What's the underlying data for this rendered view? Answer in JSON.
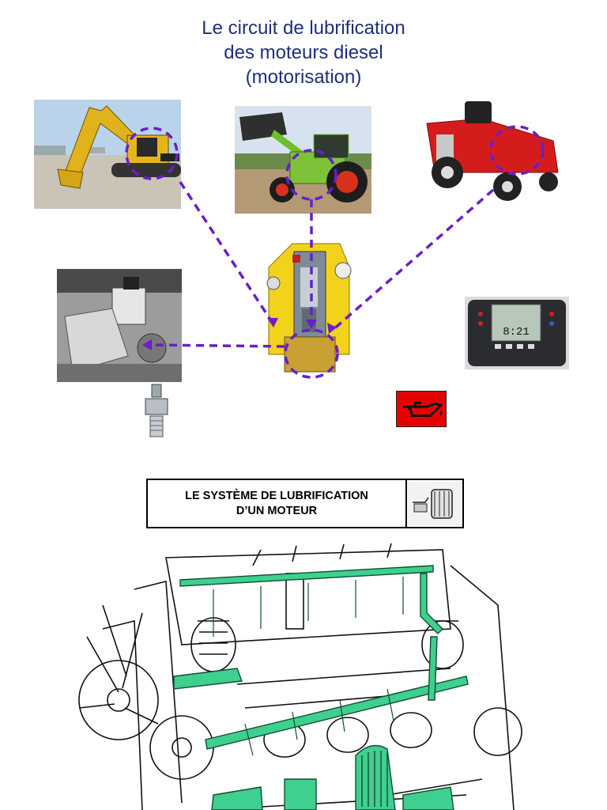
{
  "title": {
    "line1": "Le circuit de lubrification",
    "line2": "des moteurs diesel",
    "line3": "(motorisation)"
  },
  "colors": {
    "title": "#1f2e7a",
    "connector": "#6a1fc9",
    "warning_bg": "#e60000",
    "oil_circuit": "#3fcf8e"
  },
  "photos": {
    "excavator": "excavator-photo",
    "tractor": "tractor-photo",
    "mower": "ride-on-mower-photo",
    "engine": "engine-cutaway-photo",
    "sensor": "oil-pressure-sensor-photo",
    "switch": "pressure-switch-photo",
    "dashboard": "dashboard-display-photo"
  },
  "dashboard": {
    "time": "8:21"
  },
  "warning_icon": "oil-can-icon",
  "system_box": {
    "line1": "LE SYSTÈME DE LUBRIFICATION",
    "line2": "D’UN MOTEUR",
    "icon": "oil-filter-icon"
  },
  "diagram": "engine-lubrication-diagram"
}
